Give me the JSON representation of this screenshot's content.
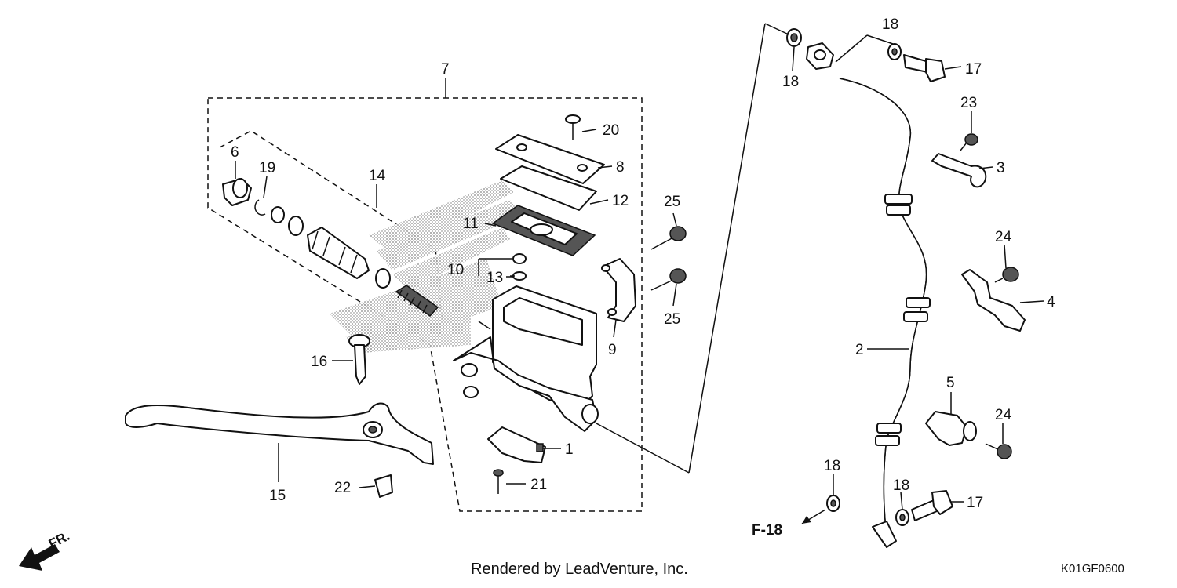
{
  "diagram": {
    "labels": {
      "p1": "1",
      "p2": "2",
      "p3": "3",
      "p4": "4",
      "p5": "5",
      "p6": "6",
      "p7": "7",
      "p8": "8",
      "p9": "9",
      "p10": "10",
      "p11": "11",
      "p12": "12",
      "p13": "13",
      "p14": "14",
      "p15": "15",
      "p16": "16",
      "p17a": "17",
      "p17b": "17",
      "p18a": "18",
      "p18b": "18",
      "p18c": "18",
      "p18d": "18",
      "p19": "19",
      "p20": "20",
      "p21": "21",
      "p22": "22",
      "p23": "23",
      "p24a": "24",
      "p24b": "24",
      "p25a": "25",
      "p25b": "25"
    },
    "reference": "F-18",
    "direction": "FR.",
    "credit": "Rendered by LeadVenture, Inc.",
    "code": "K01GF0600"
  }
}
